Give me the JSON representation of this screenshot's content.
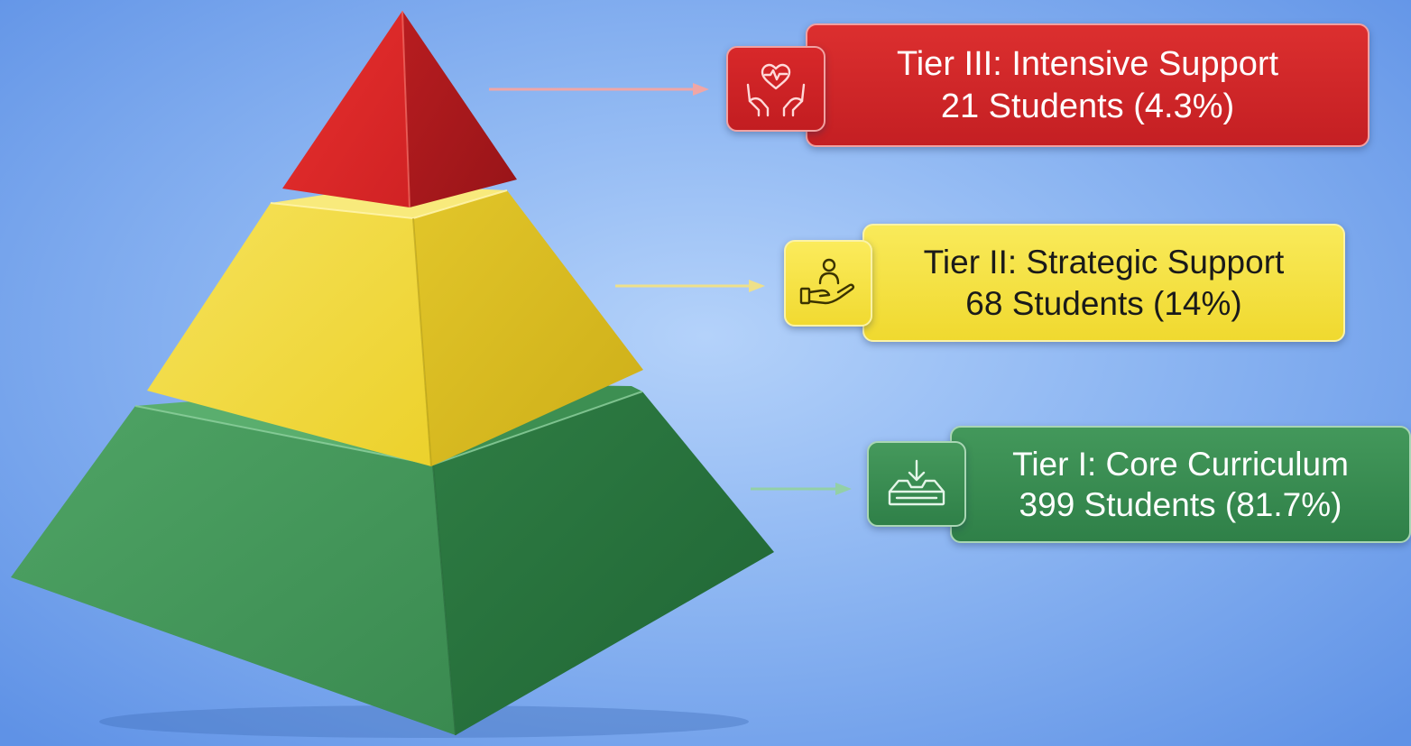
{
  "diagram": {
    "type": "pyramid",
    "tiers": [
      {
        "id": "tier-3",
        "title": "Tier III: Intensive Support",
        "detail": "21 Students (4.3%)",
        "students": 21,
        "percent": 4.3,
        "color": "#d42a2c",
        "icon": "heart-hands-icon"
      },
      {
        "id": "tier-2",
        "title": "Tier II: Strategic Support",
        "detail": "68 Students (14%)",
        "students": 68,
        "percent": 14,
        "color": "#f5e03c",
        "icon": "person-hand-icon"
      },
      {
        "id": "tier-1",
        "title": "Tier I: Core Curriculum",
        "detail": "399 Students (81.7%)",
        "students": 399,
        "percent": 81.7,
        "color": "#3a8c50",
        "icon": "tray-download-icon"
      }
    ]
  },
  "colors": {
    "background_center": "#b4d2fa",
    "background_edge": "#5f92e6",
    "red": "#d42a2c",
    "yellow": "#f5e03c",
    "green": "#3a8c50"
  }
}
